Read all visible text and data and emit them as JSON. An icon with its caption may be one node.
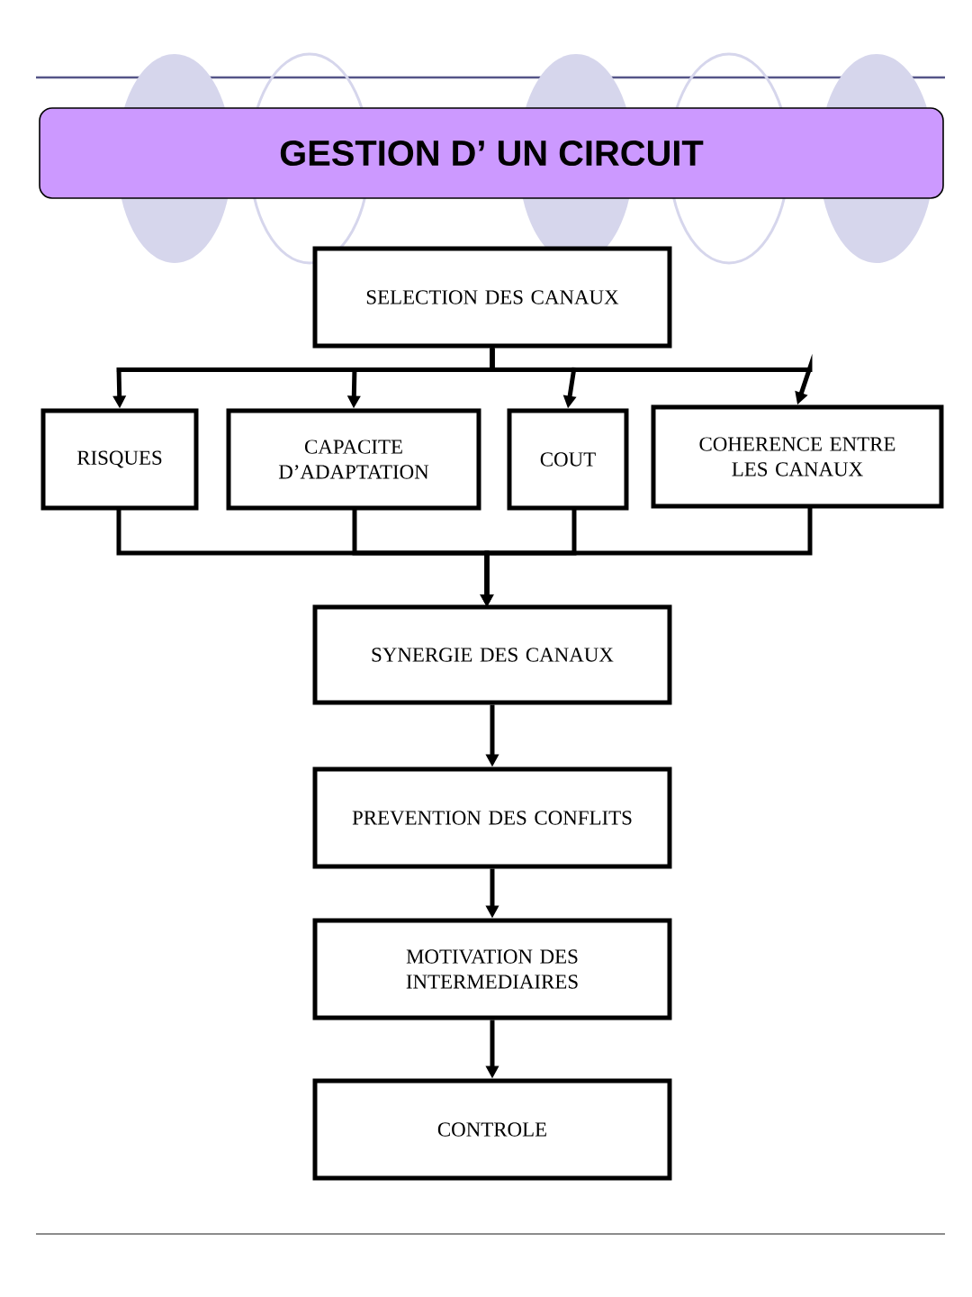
{
  "diagram": {
    "title": "GESTION D’ UN CIRCUIT",
    "nodes": [
      {
        "text": [
          "SELECTION DES CANAUX"
        ]
      },
      {
        "text": [
          "RISQUES"
        ]
      },
      {
        "text": [
          "CAPACITE D’ADAPTATION"
        ]
      },
      {
        "text": [
          "COUT"
        ]
      },
      {
        "text": [
          "COHERENCE ENTRE LES CANAUX"
        ]
      },
      {
        "text": [
          "SYNERGIE DES CANAUX"
        ]
      },
      {
        "text": [
          "PREVENTION DES CONFLITS"
        ]
      },
      {
        "text": [
          "MOTIVATION DES INTERMEDIAIRES"
        ]
      },
      {
        "text": [
          "CONTROLE"
        ]
      }
    ],
    "edges": [
      {
        "from": 0,
        "to": 1,
        "arrow": "to"
      },
      {
        "from": 0,
        "to": 2,
        "arrow": "to"
      },
      {
        "from": 0,
        "to": 3,
        "arrow": "to"
      },
      {
        "from": 0,
        "to": 4,
        "arrow": "to"
      },
      {
        "from": 1,
        "to": 5,
        "arrow": "to"
      },
      {
        "from": 2,
        "to": 5,
        "arrow": "to"
      },
      {
        "from": 3,
        "to": 5,
        "arrow": "to"
      },
      {
        "from": 4,
        "to": 5,
        "arrow": "to"
      },
      {
        "from": 5,
        "to": 6,
        "arrow": "to"
      },
      {
        "from": 6,
        "to": 7,
        "arrow": "to"
      },
      {
        "from": 7,
        "to": 8,
        "arrow": "to"
      }
    ]
  }
}
